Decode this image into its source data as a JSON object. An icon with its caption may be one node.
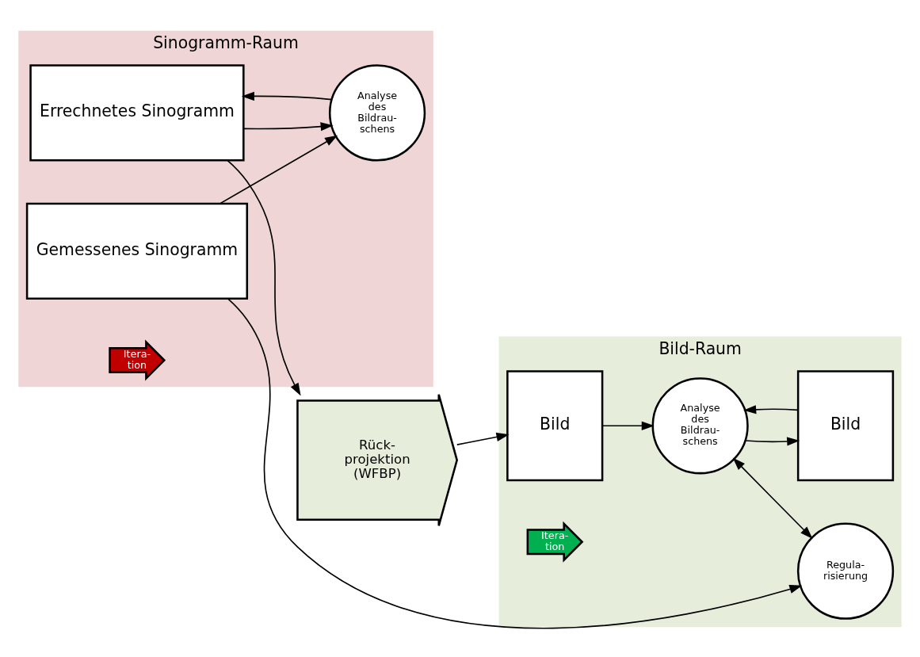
{
  "diagram": {
    "nodes": [
      {
        "text": [
          "Sinogramm-Raum"
        ]
      },
      {
        "text": [
          "Errechnetes Sinogramm"
        ],
        "in": 0
      },
      {
        "text": [
          "Analyse des Bildrau- schens"
        ],
        "in": 0
      },
      {
        "text": [
          "Gemessenes Sinogramm"
        ],
        "in": 0
      },
      {
        "text": [
          "Itera- tion"
        ],
        "in": 0
      },
      {
        "text": [
          "Rück- projektion (WFBP)"
        ]
      },
      {
        "text": [
          "Bild-Raum"
        ]
      },
      {
        "text": [
          "Bild"
        ],
        "in": 6
      },
      {
        "text": [
          "Bild"
        ],
        "in": 6
      },
      {
        "text": [
          "Itera- tion"
        ],
        "in": 6
      },
      {
        "text": [
          "Analyse des Bildrau- schens"
        ],
        "in": 6
      },
      {
        "text": [
          "Regula- risierung"
        ],
        "in": 6
      }
    ],
    "edges": [
      {
        "from": 1,
        "to": 2,
        "arrow": "to"
      },
      {
        "from": 2,
        "to": 1,
        "arrow": "to"
      },
      {
        "from": 3,
        "to": 2,
        "arrow": "to"
      },
      {
        "from": 1,
        "to": 5,
        "arrow": "to"
      },
      {
        "from": 5,
        "to": 7,
        "arrow": "to"
      },
      {
        "from": 7,
        "to": 10,
        "arrow": "to"
      },
      {
        "from": 10,
        "to": 8,
        "arrow": "to"
      },
      {
        "from": 8,
        "to": 10,
        "arrow": "to"
      },
      {
        "from": 10,
        "to": 11,
        "arrow": "both"
      },
      {
        "from": 3,
        "to": 11,
        "arrow": "to"
      }
    ]
  }
}
